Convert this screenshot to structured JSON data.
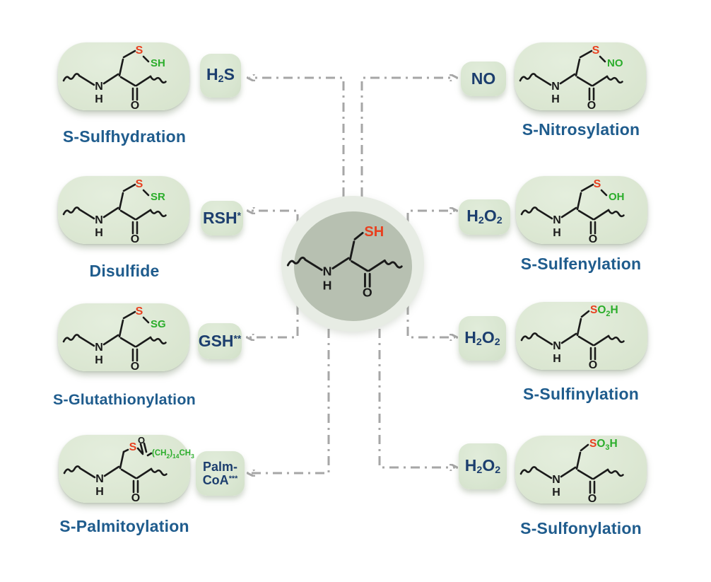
{
  "colors": {
    "background": "#ffffff",
    "pill_green": "#dde8d4",
    "bubble_green": "#d9e6d1",
    "label_blue": "#1f5c8d",
    "reagent_navy": "#1c3e6e",
    "sulfur_red": "#e8401f",
    "adduct_green": "#2bad2b",
    "bond_black": "#1a1a1a",
    "arrow_gray": "#a6a6a6",
    "circle_outer": "#e7ece4",
    "circle_inner": "#b7c0b1"
  },
  "center": {
    "residue": {
      "variant": "center",
      "apex": [
        {
          "t": "SH",
          "color": "sulfur_red"
        }
      ]
    }
  },
  "modifications": [
    {
      "name": "S-Sulfhydration",
      "side": "left",
      "reagent": {
        "label": "H2S",
        "parts": [
          {
            "t": "H"
          },
          {
            "t": "2",
            "sub": true
          },
          {
            "t": "S"
          }
        ]
      },
      "structure": {
        "variant": "adduct",
        "substituent": [
          {
            "t": "SH"
          }
        ]
      }
    },
    {
      "name": "Disulfide",
      "side": "left",
      "reagent": {
        "label": "RSH*",
        "parts": [
          {
            "t": "RSH"
          },
          {
            "t": "*",
            "sup": true
          }
        ]
      },
      "structure": {
        "variant": "adduct",
        "substituent": [
          {
            "t": "SR"
          }
        ]
      }
    },
    {
      "name": "S-Glutathionylation",
      "side": "left",
      "reagent": {
        "label": "GSH**",
        "parts": [
          {
            "t": "GSH"
          },
          {
            "t": "**",
            "sup": true
          }
        ]
      },
      "structure": {
        "variant": "adduct",
        "substituent": [
          {
            "t": "SG"
          }
        ]
      }
    },
    {
      "name": "S-Palmitoylation",
      "side": "left",
      "reagent": {
        "label": "Palm-CoA***",
        "parts": [
          {
            "t": "Palm-"
          },
          {
            "br": true
          },
          {
            "t": "CoA"
          },
          {
            "t": "***",
            "sup": true
          }
        ]
      },
      "structure": {
        "variant": "palm",
        "chain": [
          {
            "t": "(CH"
          },
          {
            "t": "2",
            "sub": true
          },
          {
            "t": ")"
          },
          {
            "t": "14",
            "sub": true
          },
          {
            "t": "CH"
          },
          {
            "t": "3",
            "sub": true
          }
        ]
      }
    },
    {
      "name": "S-Nitrosylation",
      "side": "right",
      "reagent": {
        "label": "NO",
        "parts": [
          {
            "t": "NO"
          }
        ]
      },
      "structure": {
        "variant": "adduct",
        "substituent": [
          {
            "t": "NO"
          }
        ]
      }
    },
    {
      "name": "S-Sulfenylation",
      "side": "right",
      "reagent": {
        "label": "H2O2",
        "parts": [
          {
            "t": "H"
          },
          {
            "t": "2",
            "sub": true
          },
          {
            "t": "O"
          },
          {
            "t": "2",
            "sub": true
          }
        ]
      },
      "structure": {
        "variant": "adduct",
        "substituent": [
          {
            "t": "OH"
          }
        ]
      }
    },
    {
      "name": "S-Sulfinylation",
      "side": "right",
      "reagent": {
        "label": "H2O2",
        "parts": [
          {
            "t": "H"
          },
          {
            "t": "2",
            "sub": true
          },
          {
            "t": "O"
          },
          {
            "t": "2",
            "sub": true
          }
        ]
      },
      "structure": {
        "variant": "top",
        "apex": [
          {
            "t": "S",
            "color": "sulfur_red"
          },
          {
            "t": "O"
          },
          {
            "t": "2",
            "sub": true
          },
          {
            "t": "H"
          }
        ]
      }
    },
    {
      "name": "S-Sulfonylation",
      "side": "right",
      "reagent": {
        "label": "H2O2",
        "parts": [
          {
            "t": "H"
          },
          {
            "t": "2",
            "sub": true
          },
          {
            "t": "O"
          },
          {
            "t": "2",
            "sub": true
          }
        ]
      },
      "structure": {
        "variant": "top",
        "apex": [
          {
            "t": "S",
            "color": "sulfur_red"
          },
          {
            "t": "O"
          },
          {
            "t": "3",
            "sub": true
          },
          {
            "t": "H"
          }
        ]
      }
    }
  ]
}
